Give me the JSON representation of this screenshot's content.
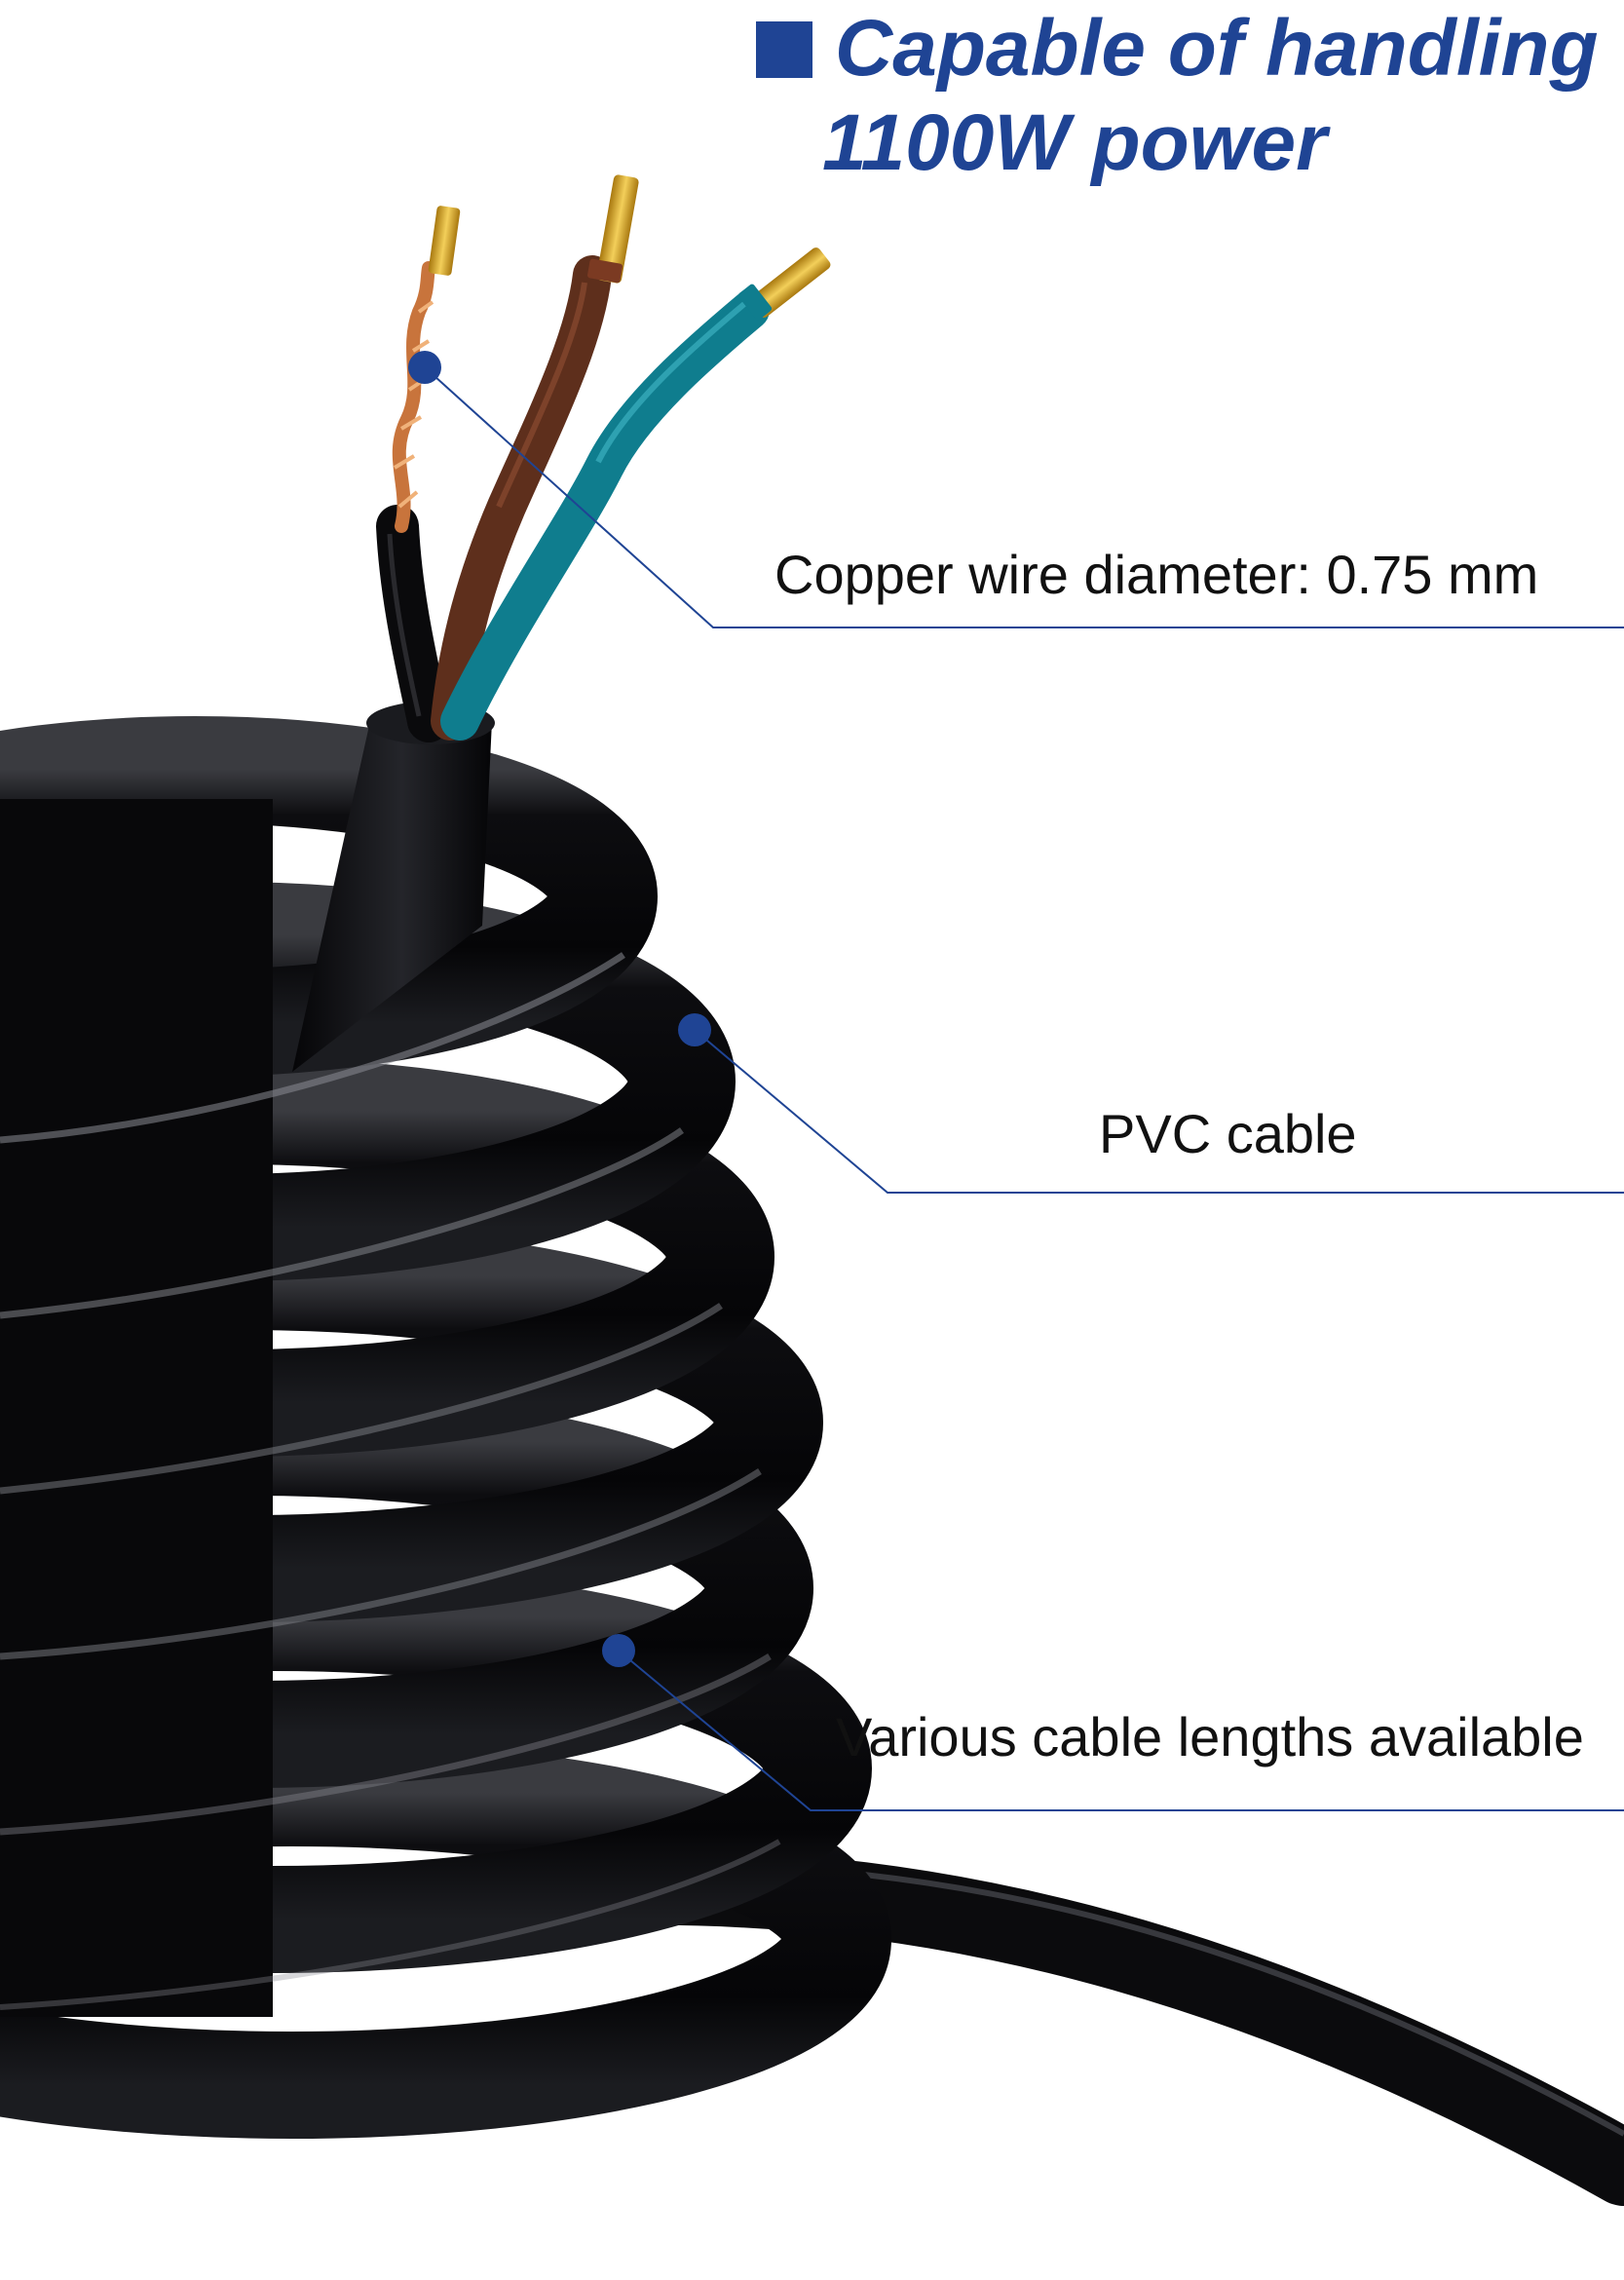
{
  "headline": {
    "line1": "Capable of handling",
    "line2": "1100W power",
    "color": "#1f4494"
  },
  "callouts": [
    {
      "id": "copper",
      "label": "Copper wire diameter: 0.75 mm"
    },
    {
      "id": "pvc",
      "label": "PVC cable"
    },
    {
      "id": "lengths",
      "label": "Various cable lengths available"
    }
  ],
  "colors": {
    "accent": "#1f4494",
    "cable": "#0c0c0e",
    "wire_brown": "#5e2f1c",
    "wire_teal": "#0f7d8e",
    "copper": "#c8743c",
    "pin_gold": "#d9a72a"
  }
}
